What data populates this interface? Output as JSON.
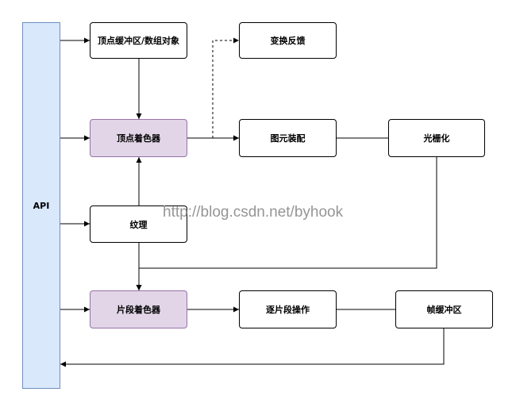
{
  "api": {
    "label": "API"
  },
  "nodes": {
    "vertex_buffer": "顶点缓冲区/数组对象",
    "transform_feedback": "变换反馈",
    "vertex_shader": "顶点着色器",
    "primitive_assembly": "图元装配",
    "rasterization": "光栅化",
    "texture": "纹理",
    "fragment_shader": "片段着色器",
    "per_fragment_ops": "逐片段操作",
    "framebuffer": "帧缓冲区"
  },
  "watermark": "http://blog.csdn.net/byhook",
  "colors": {
    "api_fill": "#dae8fc",
    "api_stroke": "#6c8ebf",
    "shader_fill": "#e1d5e7",
    "shader_stroke": "#9673a6",
    "line": "#000000"
  }
}
